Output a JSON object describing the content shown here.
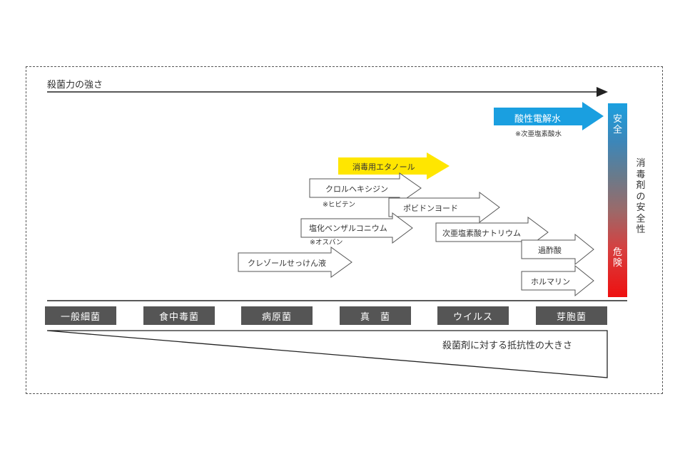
{
  "top_axis_label": "殺菌力の強さ",
  "bottom_axis_label": "殺菌剤に対する抵抗性の大きさ",
  "safety_label": "消毒剤の安全性",
  "safety_top": "安全",
  "safety_bottom": "危険",
  "categories": [
    "一般細菌",
    "食中毒菌",
    "病原菌",
    "真　菌",
    "ウイルス",
    "芽胞菌"
  ],
  "disinfectants": {
    "electrolyzed": "酸性電解水",
    "electrolyzed_note": "※次亜塩素酸水",
    "ethanol": "消毒用エタノール",
    "chlorhexidine": "クロルヘキシジン",
    "chlorhexidine_note": "※ヒビテン",
    "povidone": "ポビドンヨード",
    "benzalkonium": "塩化ベンザルコニウム",
    "benzalkonium_note": "※オスバン",
    "hypochlorite": "次亜塩素酸ナトリウム",
    "peracetic": "過酢酸",
    "cresol": "クレゾールせっけん液",
    "formalin": "ホルマリン"
  },
  "colors": {
    "electrolyzed_arrow": "#1a9fe0",
    "ethanol_arrow": "#ffe600",
    "category_bg": "#555555",
    "safe": "#1aa0e0",
    "danger": "#ee1010"
  }
}
